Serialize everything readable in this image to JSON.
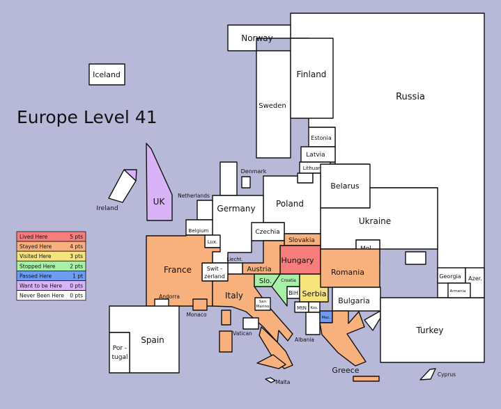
{
  "title": "Europe Level 41",
  "colors": {
    "background": "#b8b8d8",
    "lived": "#f77c7c",
    "stayed": "#f8b07c",
    "visited": "#f7e37c",
    "stopped": "#a8f0a8",
    "passed": "#6f9cf0",
    "want": "#d9b3f7",
    "never": "#ffffff"
  },
  "legend": [
    {
      "label": "Lived Here",
      "points": "5 pts",
      "color": "#f77c7c"
    },
    {
      "label": "Stayed Here",
      "points": "4 pts",
      "color": "#f8b07c"
    },
    {
      "label": "Visited Here",
      "points": "3 pts",
      "color": "#f7e37c"
    },
    {
      "label": "Stopped Here",
      "points": "2 pts",
      "color": "#a8f0a8"
    },
    {
      "label": "Passed Here",
      "points": "1 pt",
      "color": "#6f9cf0"
    },
    {
      "label": "Want to be Here",
      "points": "0 pts",
      "color": "#d9b3f7"
    },
    {
      "label": "Never Been Here",
      "points": "0 pts",
      "color": "#ffffff"
    }
  ],
  "countries": {
    "iceland": {
      "name": "Iceland",
      "status": "never"
    },
    "norway": {
      "name": "Norway",
      "status": "never"
    },
    "sweden": {
      "name": "Sweden",
      "status": "never"
    },
    "finland": {
      "name": "Finland",
      "status": "never"
    },
    "russia": {
      "name": "Russia",
      "status": "never"
    },
    "estonia": {
      "name": "Estonia",
      "status": "never"
    },
    "latvia": {
      "name": "Latvia",
      "status": "never"
    },
    "lithuania": {
      "name": "Lithuania",
      "status": "never"
    },
    "denmark": {
      "name": "Denmark",
      "status": "never"
    },
    "ireland": {
      "name": "Ireland",
      "status": "never"
    },
    "uk": {
      "name": "UK",
      "status": "want"
    },
    "netherlands": {
      "name": "Netherlands",
      "status": "never"
    },
    "belgium": {
      "name": "Belgium",
      "status": "never"
    },
    "luxembourg": {
      "name": "Lux.",
      "status": "never"
    },
    "germany": {
      "name": "Germany",
      "status": "never"
    },
    "poland": {
      "name": "Poland",
      "status": "never"
    },
    "belarus": {
      "name": "Belarus",
      "status": "never"
    },
    "ukraine": {
      "name": "Ukraine",
      "status": "never"
    },
    "czechia": {
      "name": "Czechia",
      "status": "never"
    },
    "slovakia": {
      "name": "Slovakia",
      "status": "stayed"
    },
    "hungary": {
      "name": "Hungary",
      "status": "lived"
    },
    "austria": {
      "name": "Austria",
      "status": "stayed"
    },
    "liechtenstein": {
      "name": "Liecht.",
      "status": "never"
    },
    "switzerland": {
      "name": "Swit - zerland",
      "status": "never"
    },
    "france": {
      "name": "France",
      "status": "stayed"
    },
    "andorra": {
      "name": "Andorra",
      "status": "never"
    },
    "monaco": {
      "name": "Monaco",
      "status": "stayed"
    },
    "spain": {
      "name": "Spain",
      "status": "never"
    },
    "portugal": {
      "name": "Por - tugal",
      "status": "never"
    },
    "italy": {
      "name": "Italy",
      "status": "stayed"
    },
    "san_marino": {
      "name": "San Marino",
      "status": "never"
    },
    "vatican": {
      "name": "Vatican",
      "status": "never"
    },
    "slovenia": {
      "name": "Slo.",
      "status": "stopped"
    },
    "croatia": {
      "name": "Croatia",
      "status": "stopped"
    },
    "bih": {
      "name": "BiH",
      "status": "never"
    },
    "serbia": {
      "name": "Serbia",
      "status": "visited"
    },
    "montenegro": {
      "name": "MtN",
      "status": "never"
    },
    "kosovo": {
      "name": "Kos.",
      "status": "never"
    },
    "macedonia": {
      "name": "Mac.",
      "status": "passed"
    },
    "albania": {
      "name": "Albania",
      "status": "never"
    },
    "romania": {
      "name": "Romania",
      "status": "stayed"
    },
    "moldova": {
      "name": "Mol - dova",
      "status": "never"
    },
    "bulgaria": {
      "name": "Bulgaria",
      "status": "never"
    },
    "greece": {
      "name": "Greece",
      "status": "stayed"
    },
    "turkey": {
      "name": "Turkey",
      "status": "never"
    },
    "cyprus": {
      "name": "Cyprus",
      "status": "never"
    },
    "malta": {
      "name": "Malta",
      "status": "never"
    },
    "georgia": {
      "name": "Georgia",
      "status": "never"
    },
    "armenia": {
      "name": "Armenia",
      "status": "never"
    },
    "azerbaijan": {
      "name": "Azer.",
      "status": "never"
    }
  }
}
